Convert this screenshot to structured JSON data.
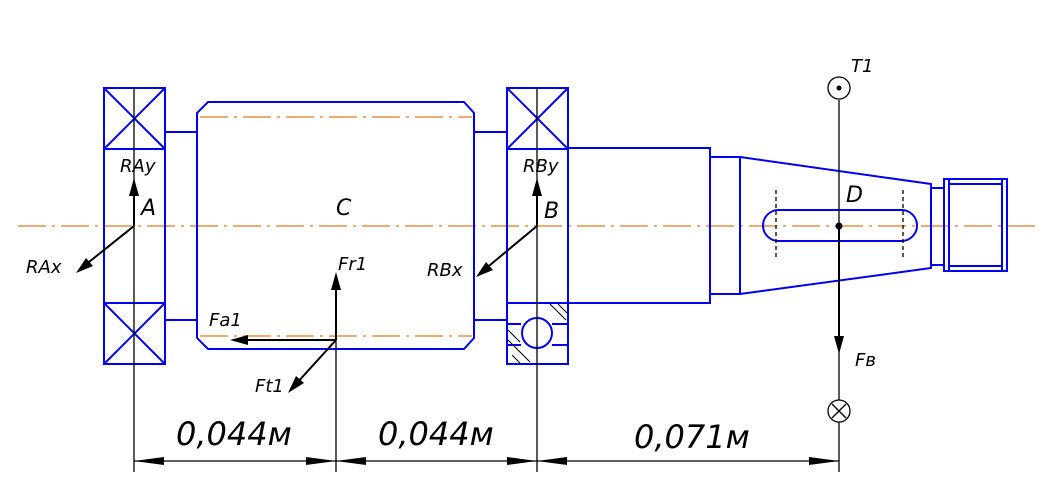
{
  "labels": {
    "T1": "T1",
    "RAy": "RAy",
    "RAx": "RAx",
    "A": "A",
    "C": "C",
    "RBy": "RBy",
    "RBx": "RBx",
    "B": "B",
    "D": "D",
    "Fr1": "Fr1",
    "Fa1": "Fa1",
    "Ft1": "Ft1",
    "Fv": "Fв"
  },
  "dimensions": [
    "0,044м",
    "0,044м",
    "0,071м"
  ],
  "colors": {
    "shaft": "#0000ee",
    "axis": "#e07a1f",
    "lines": "#000000"
  }
}
